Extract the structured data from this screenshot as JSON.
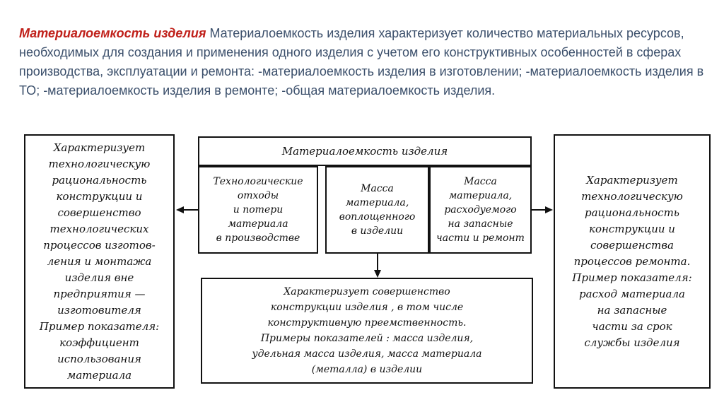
{
  "intro": {
    "term": "Материалоемкость изделия",
    "text": "Материалоемкость изделия характеризует количество материальных ресурсов, необходимых для создания и применения одного изделия с учетом его конструктивных особенностей в сферах производства, эксплуатации и ремонта: -материалоемкость изделия в изготовлении; -материалоемкость изделия в ТО; -материалоемкость изделия в ремонте; -общая материалоемкость изделия."
  },
  "diagram": {
    "top_title": "Материалоемкость изделия",
    "sub_blocks": [
      "Технологические\nотходы\nи потери\nматериала\nв производстве",
      "Масса\nматериала,\nвоплощенного\nв изделии",
      "Масса\nматериала,\nрасходуемого\nна запасные\nчасти и ремонт"
    ],
    "left_text": "Характеризует\nтехнологическую\nрациональность\nконструкции и\nсовершенство\nтехнологических\nпроцессов изготов-\nления и монтажа\nизделия вне\nпредприятия —\nизготовителя\nПример показателя:\nкоэффициент\nиспользования\nматериала",
    "right_text": "Характеризует\nтехнологическую\nрациональность\nконструкции и\nсовершенства\nпроцессов ремонта.\nПример показателя:\nрасход материала\nна запасные\nчасти за срок\nслужбы изделия",
    "bottom_text": "Характеризует совершенство\nконструкции изделия , в том числе\nконструктивную преемственность.\nПримеры показателей : масса изделия,\nудельная масса изделия, масса материала\n(металла) в изделии"
  }
}
